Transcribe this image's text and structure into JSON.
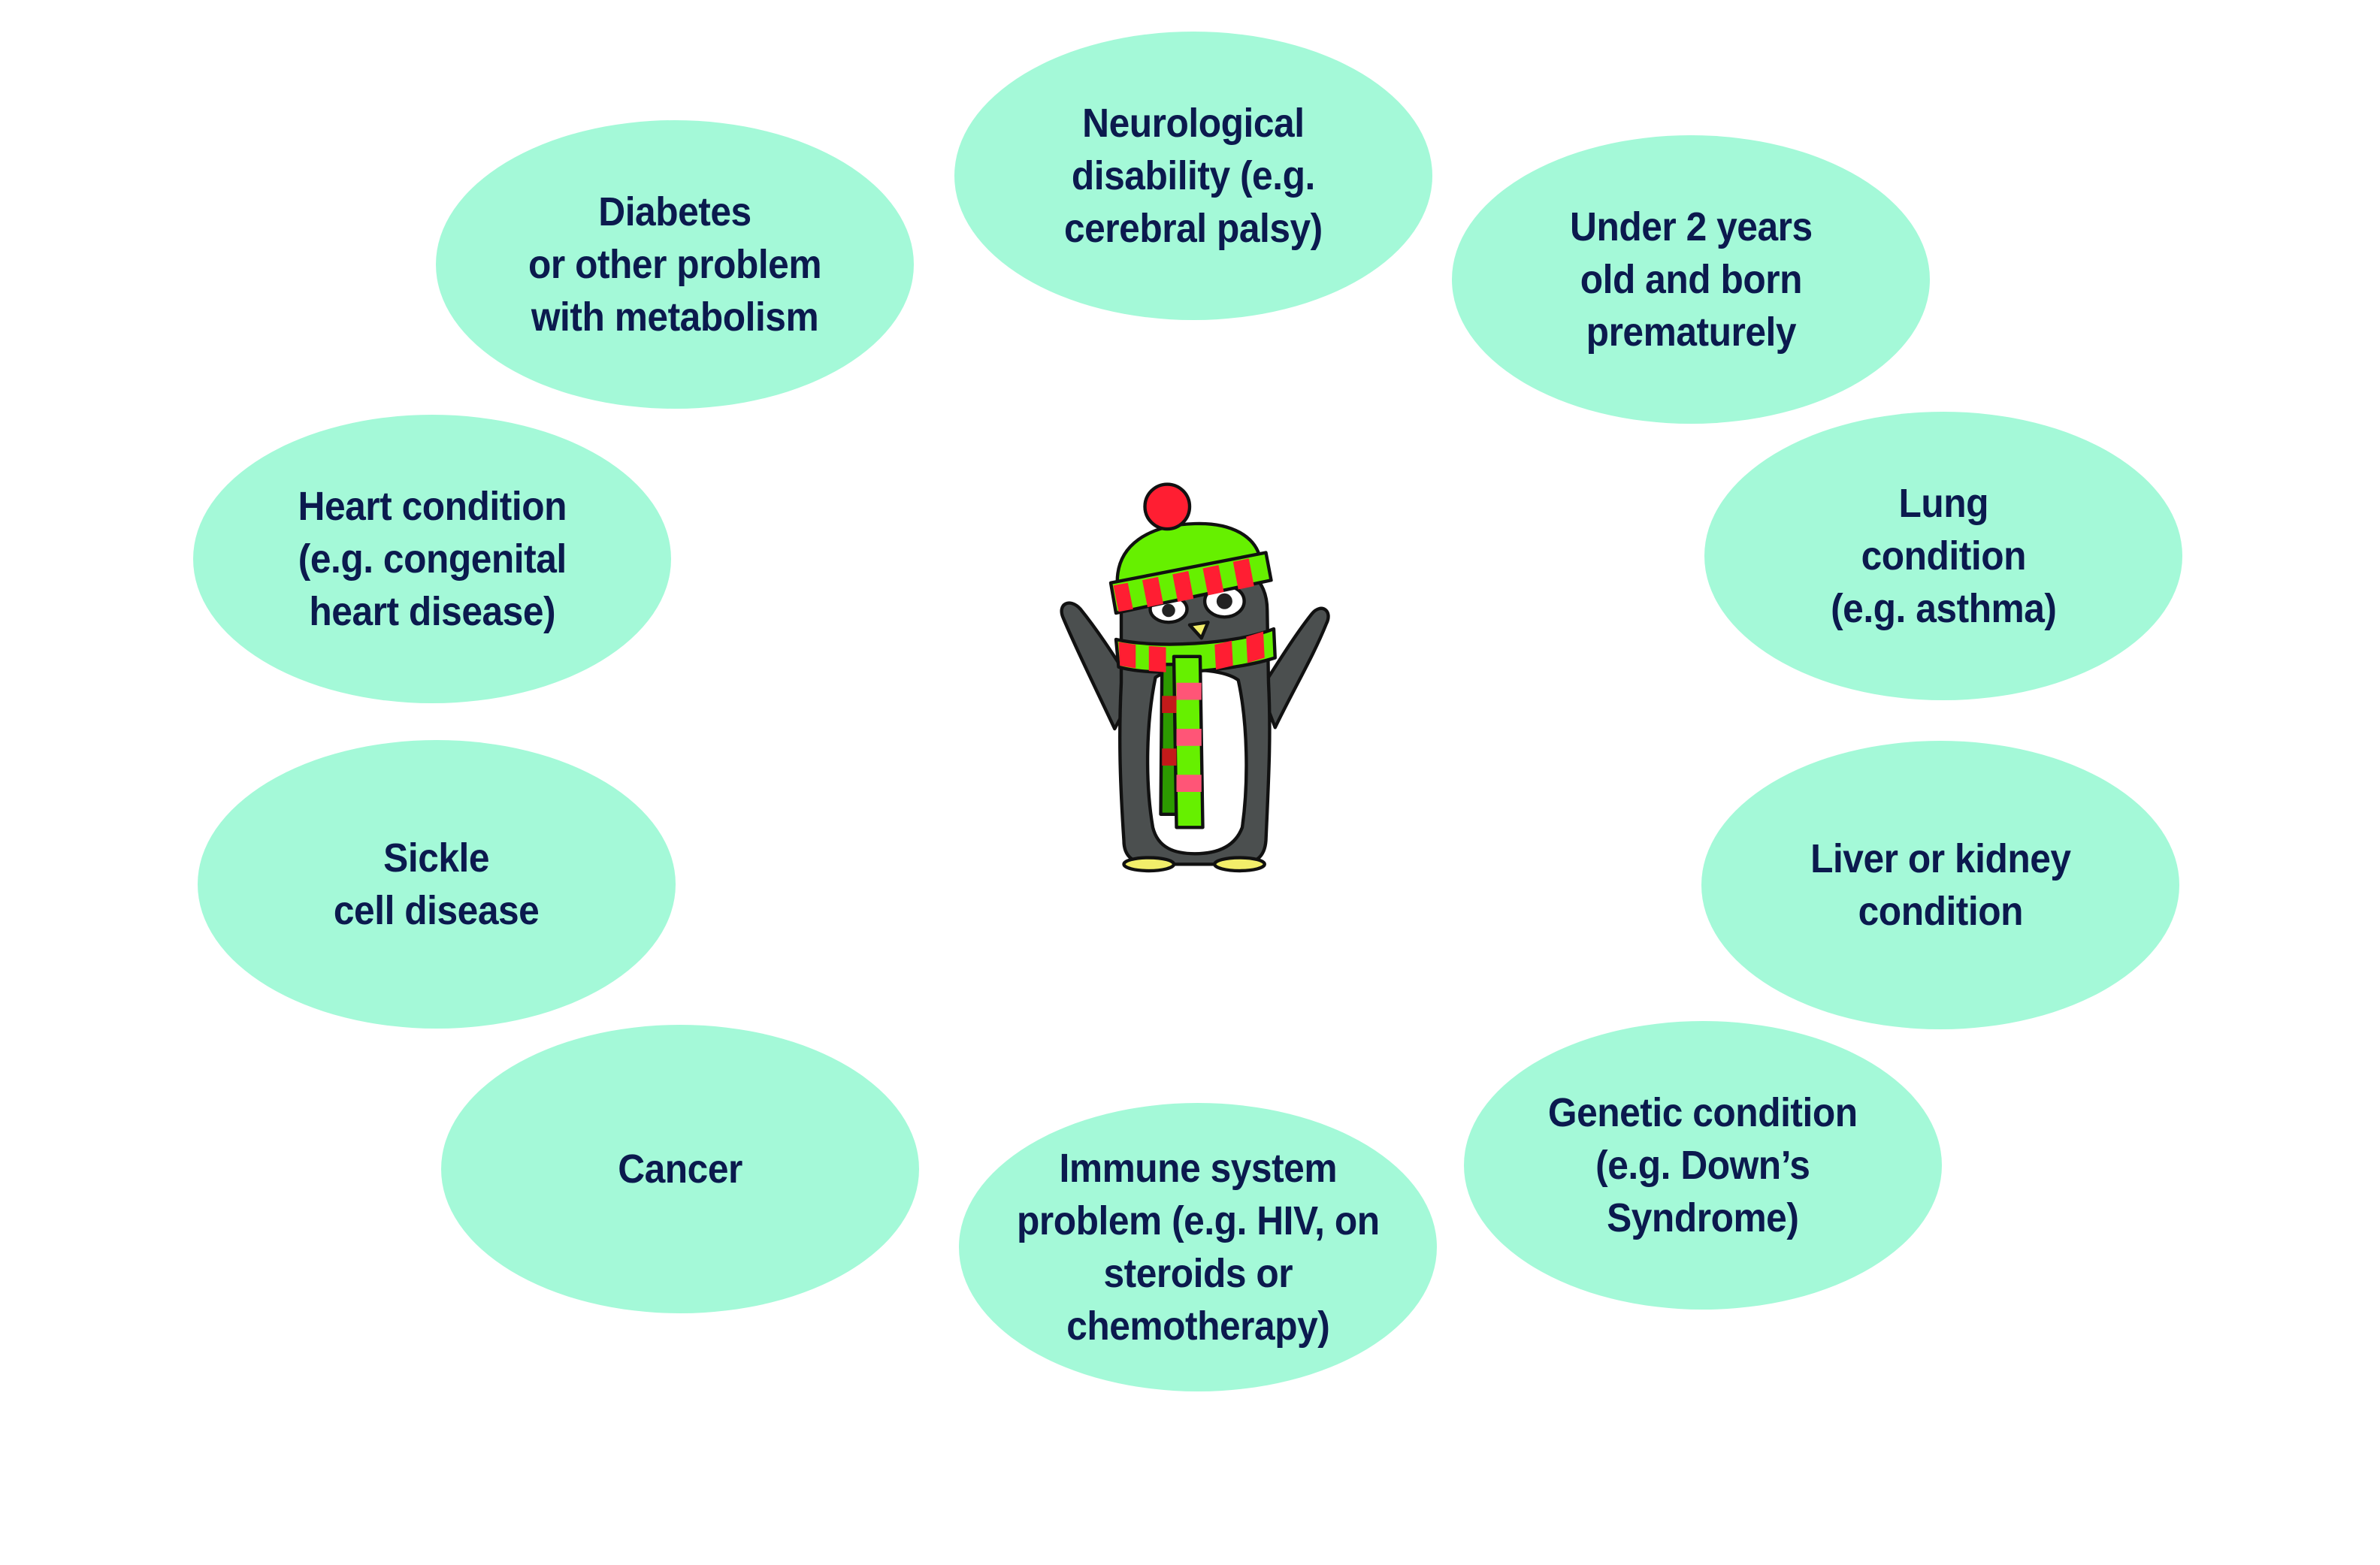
{
  "diagram": {
    "central_figure": "penguin-with-hat-and-scarf",
    "bubble_color": "#a4f9d8",
    "text_color": "#0b1a4e",
    "conditions": [
      {
        "label": "Neurological\ndisability (e.g.\ncerebral palsy)"
      },
      {
        "label": "Under 2 years\nold and born\nprematurely"
      },
      {
        "label": "Lung\ncondition\n(e.g. asthma)"
      },
      {
        "label": "Liver or kidney\ncondition"
      },
      {
        "label": "Genetic condition\n(e.g. Down’s\nSyndrome)"
      },
      {
        "label": "Immune system\nproblem (e.g. HIV, on\nsteroids or\nchemotherapy)"
      },
      {
        "label": "Cancer"
      },
      {
        "label": "Sickle\ncell disease"
      },
      {
        "label": "Heart condition\n(e.g. congenital\nheart disease)"
      },
      {
        "label": "Diabetes\nor other problem\nwith metabolism"
      }
    ]
  }
}
